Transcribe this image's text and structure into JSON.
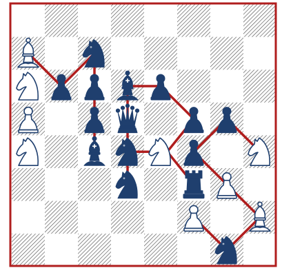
{
  "board": {
    "files": 8,
    "ranks": 8,
    "frame_color": "#b01e1e",
    "line_color": "#b01e1e",
    "hatch_color": "#555555",
    "light_square_color": "#ffffff",
    "dark_piece_fill": "#1f3f6e",
    "light_piece_fill": "#ffffff",
    "light_piece_stroke": "#1f3f6e"
  },
  "pieces": [
    {
      "type": "bishop",
      "color": "white",
      "col": 0,
      "row": 1
    },
    {
      "type": "knight",
      "color": "black",
      "col": 2,
      "row": 1
    },
    {
      "type": "knight",
      "color": "white",
      "col": 0,
      "row": 2
    },
    {
      "type": "pawn",
      "color": "black",
      "col": 1,
      "row": 2
    },
    {
      "type": "pawn",
      "color": "black",
      "col": 2,
      "row": 2
    },
    {
      "type": "bishop",
      "color": "black",
      "col": 3,
      "row": 2
    },
    {
      "type": "pawn",
      "color": "black",
      "col": 4,
      "row": 2
    },
    {
      "type": "pawn",
      "color": "white",
      "col": 0,
      "row": 3
    },
    {
      "type": "pawn",
      "color": "black",
      "col": 2,
      "row": 3
    },
    {
      "type": "queen",
      "color": "black",
      "col": 3,
      "row": 3
    },
    {
      "type": "pawn",
      "color": "black",
      "col": 5,
      "row": 3
    },
    {
      "type": "pawn",
      "color": "black",
      "col": 6,
      "row": 3
    },
    {
      "type": "knight",
      "color": "white",
      "col": 0,
      "row": 4
    },
    {
      "type": "bishop",
      "color": "black",
      "col": 2,
      "row": 4
    },
    {
      "type": "knight",
      "color": "black",
      "col": 3,
      "row": 4
    },
    {
      "type": "knight",
      "color": "white",
      "col": 4,
      "row": 4
    },
    {
      "type": "pawn",
      "color": "black",
      "col": 5,
      "row": 4
    },
    {
      "type": "knight",
      "color": "white",
      "col": 7,
      "row": 4
    },
    {
      "type": "knight",
      "color": "black",
      "col": 3,
      "row": 5
    },
    {
      "type": "rook",
      "color": "black",
      "col": 5,
      "row": 5
    },
    {
      "type": "pawn",
      "color": "white",
      "col": 6,
      "row": 5
    },
    {
      "type": "pawn",
      "color": "white",
      "col": 5,
      "row": 6
    },
    {
      "type": "bishop",
      "color": "white",
      "col": 7,
      "row": 6
    },
    {
      "type": "knight",
      "color": "black",
      "col": 6,
      "row": 7
    }
  ],
  "connections": [
    [
      [
        0,
        1
      ],
      [
        1,
        2
      ]
    ],
    [
      [
        1,
        2
      ],
      [
        2,
        1
      ]
    ],
    [
      [
        2,
        1
      ],
      [
        2,
        2
      ]
    ],
    [
      [
        2,
        2
      ],
      [
        2,
        4
      ]
    ],
    [
      [
        3,
        2
      ],
      [
        4,
        2
      ]
    ],
    [
      [
        4,
        2
      ],
      [
        5,
        3
      ]
    ],
    [
      [
        3,
        2
      ],
      [
        3,
        5
      ]
    ],
    [
      [
        3,
        4
      ],
      [
        4.2,
        4
      ]
    ],
    [
      [
        4.2,
        4
      ],
      [
        5,
        3
      ]
    ],
    [
      [
        4.2,
        4
      ],
      [
        5,
        5
      ]
    ],
    [
      [
        5,
        4
      ],
      [
        6,
        3
      ]
    ],
    [
      [
        6,
        3
      ],
      [
        7,
        4
      ]
    ],
    [
      [
        5,
        4
      ],
      [
        7,
        6
      ]
    ],
    [
      [
        7,
        6
      ],
      [
        6,
        7
      ]
    ],
    [
      [
        6,
        7
      ],
      [
        5,
        6
      ]
    ]
  ]
}
